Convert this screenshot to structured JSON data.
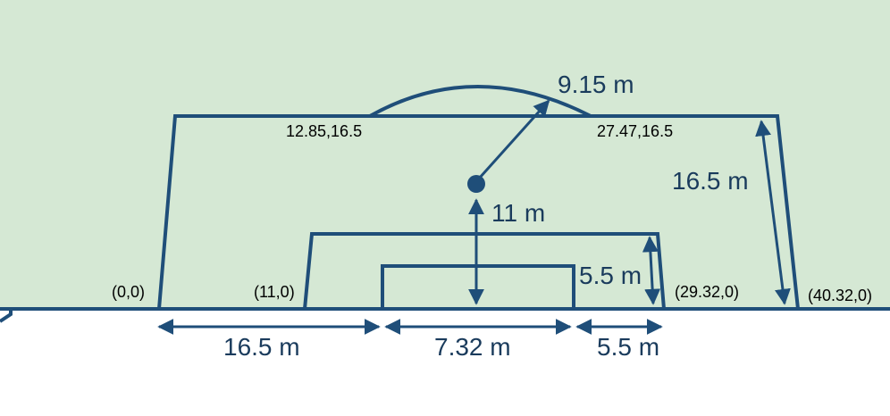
{
  "colors": {
    "field": "#d5e8d4",
    "line": "#1f4e79",
    "background": "#ffffff"
  },
  "coordinates": {
    "origin": "(0,0)",
    "six_yard_left": "(11,0)",
    "six_yard_right": "(29.32,0)",
    "penalty_box_right": "(40.32,0)",
    "arc_left": "12.85,16.5",
    "arc_right": "27.47,16.5"
  },
  "dimensions": {
    "arc_radius": "9.15 m",
    "penalty_spot_distance": "11 m",
    "box_depth": "16.5 m",
    "box_side_width": "16.5 m",
    "goal_width": "7.32 m",
    "goal_area_width": "5.5 m",
    "goal_area_depth": "5.5 m"
  }
}
